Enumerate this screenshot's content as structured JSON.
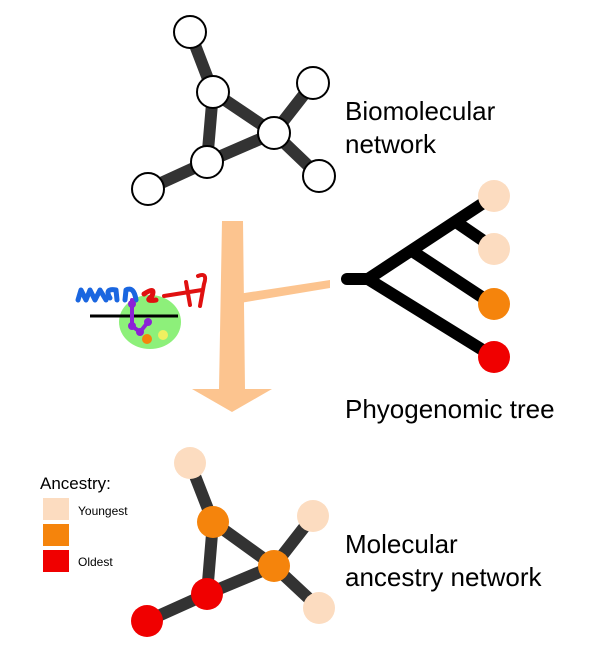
{
  "labels": {
    "top_line1": "Biomolecular",
    "top_line2": "network",
    "tree": "Phyogenomic tree",
    "bottom_line1": "Molecular",
    "bottom_line2": "ancestry network"
  },
  "logo_text": "manet",
  "legend": {
    "title": "Ancestry:",
    "items": [
      {
        "label": "Youngest",
        "color": "#fcdcc0"
      },
      {
        "label": "",
        "color": "#f5840c"
      },
      {
        "label": "Oldest",
        "color": "#f00000"
      }
    ]
  },
  "colors": {
    "edge": "#333333",
    "arrow": "#fcc48f",
    "node_fill": "#ffffff",
    "node_stroke": "#000000",
    "youngest": "#fcdcc0",
    "middle": "#f5840c",
    "oldest": "#f00000"
  },
  "tree_leaves": [
    "youngest",
    "youngest",
    "middle",
    "oldest"
  ],
  "bottom_node_ancestry": {
    "n1": "youngest",
    "n2": "middle",
    "n3": "middle",
    "n4": "youngest",
    "n5": "oldest",
    "n6": "oldest",
    "n7": "youngest"
  }
}
